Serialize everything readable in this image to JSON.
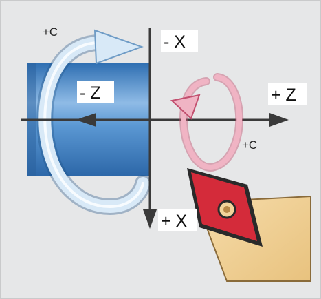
{
  "diagram": {
    "labels": {
      "minus_x": "- X",
      "plus_x": "+ X",
      "minus_z": "- Z",
      "plus_z": "+ Z",
      "c_axis_spindle": "+C",
      "c_axis_tool": "+C"
    },
    "colors": {
      "background": "#e6e7e8",
      "workpiece": "#4f8fd0",
      "workpiece_ring": "#cfe3f4",
      "tool_ring": "#e58aa6",
      "insert": "#d42b3a",
      "tool_holder": "#f2d49a",
      "axis": "#3a3a3a"
    },
    "icons": [
      "spindle-rotation-arrow",
      "tool-rotation-arrow",
      "cutting-insert",
      "tool-holder"
    ]
  }
}
